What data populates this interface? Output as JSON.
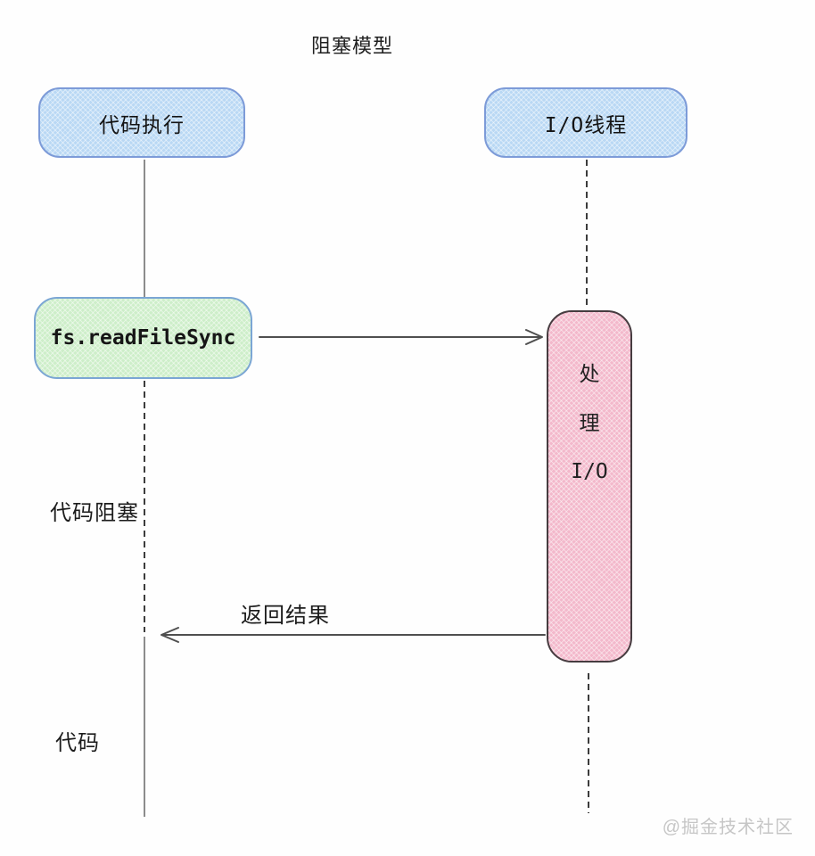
{
  "title": "阻塞模型",
  "actors": {
    "left": {
      "label": "代码执行"
    },
    "right": {
      "label": "I/O线程"
    }
  },
  "nodes": {
    "call": {
      "label": "fs.readFileSync"
    },
    "process": {
      "lines": [
        "处",
        "理",
        "I/O"
      ]
    }
  },
  "labels": {
    "blocked": "代码阻塞",
    "return": "返回结果",
    "code": "代码"
  },
  "watermark": "@掘金技术社区",
  "colors": {
    "actor_fill": "#b9d8f4",
    "actor_border": "#7d9bd8",
    "call_fill": "#cdeec9",
    "call_border": "#7ba6d4",
    "process_fill": "#f3b8cb",
    "process_border": "#463c40",
    "line_solid": "#8c8c8c",
    "line_dashed": "#3c3c3c",
    "arrow": "#4f4f4f",
    "watermark": "#c6c6c6"
  }
}
